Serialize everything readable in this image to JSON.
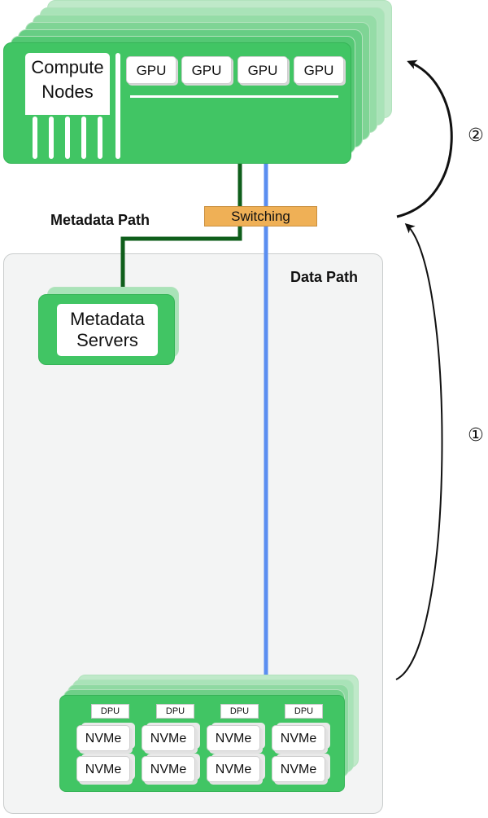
{
  "compute": {
    "title_line1": "Compute",
    "title_line2": "Nodes",
    "gpus": [
      "GPU",
      "GPU",
      "GPU",
      "GPU"
    ]
  },
  "switching": "Switching",
  "paths": {
    "metadata": "Metadata Path",
    "data": "Data Path"
  },
  "metadata_servers": {
    "line1": "Metadata",
    "line2": "Servers"
  },
  "storage": {
    "dpus": [
      "DPU",
      "DPU",
      "DPU",
      "DPU"
    ],
    "nvme": [
      "NVMe",
      "NVMe",
      "NVMe",
      "NVMe",
      "NVMe",
      "NVMe",
      "NVMe",
      "NVMe"
    ]
  },
  "steps": {
    "one": "①",
    "two": "②"
  },
  "colors": {
    "node_green": "#41c564",
    "metadata_path": "#0f5e1b",
    "data_path": "#5b8ef0",
    "switch_orange": "#efb056"
  }
}
